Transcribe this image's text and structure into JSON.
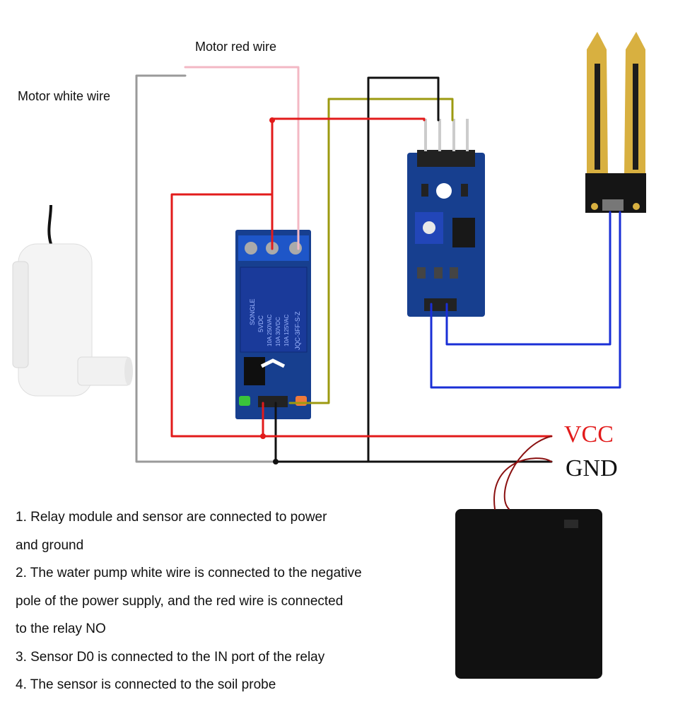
{
  "labels": {
    "motor_red": "Motor red wire",
    "motor_white": "Motor white wire",
    "vcc": "VCC",
    "gnd": "GND"
  },
  "notes": [
    "1. Relay module and sensor are connected to power",
    "and ground",
    "2. The water pump white wire is connected to the negative",
    "pole of the power supply, and the red wire is connected",
    "to the relay NO",
    "3. Sensor D0 is connected to the IN port of the relay",
    "4. The sensor is connected to the soil probe"
  ],
  "relay": {
    "brand": "SONGLE",
    "spec1": "10A 250VAC",
    "spec2": "10A 30VDC",
    "spec3": "10A 125VAC",
    "model": "JQC-3FF-S-Z",
    "voltage": "5VDC"
  },
  "colors": {
    "red_wire": "#e21b1b",
    "black_wire": "#111111",
    "yellow_wire": "#9c9a10",
    "blue_wire": "#1a2fd6",
    "white_wire": "#9a9a9a",
    "pink_wire": "#f3b8c4",
    "vcc_text": "#e21b1b",
    "gnd_text": "#111111",
    "board_blue": "#173f8f"
  }
}
